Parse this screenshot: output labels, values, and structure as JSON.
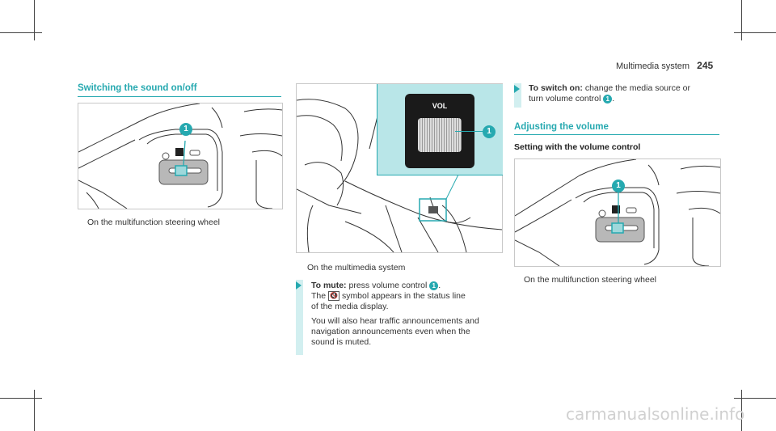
{
  "header": {
    "section_title": "Multimedia system",
    "page_number": "245"
  },
  "left_column": {
    "heading": "Switching the sound on/off",
    "figure_callout": "1",
    "figure_caption": "On the multifunction steering wheel"
  },
  "center_column": {
    "figure_label_vol": "VOL",
    "figure_callout": "1",
    "figure_caption": "On the multimedia system",
    "step": {
      "label": "To mute:",
      "text": "press volume control",
      "callout": "1",
      "text_end": ".",
      "line2_pre": "The",
      "line2_symbol": "🔇",
      "line2_post": "symbol appears in the status line",
      "line3": "of the media display.",
      "note_lines": [
        "You will also hear traffic announcements and",
        "navigation announcements even when the",
        "sound is muted."
      ]
    }
  },
  "right_column": {
    "step": {
      "label": "To switch on:",
      "text": "change the media source or",
      "line2": "turn volume control",
      "callout": "1",
      "line2_end": "."
    },
    "heading": "Adjusting the volume",
    "subheading": "Setting with the volume control",
    "figure_callout": "1",
    "figure_caption": "On the multifunction steering wheel"
  },
  "watermark": "carmanualsonline.info",
  "colors": {
    "accent": "#26a9b0",
    "bar": "#d2eff0",
    "highlight_panel": "#b9e6e8"
  }
}
